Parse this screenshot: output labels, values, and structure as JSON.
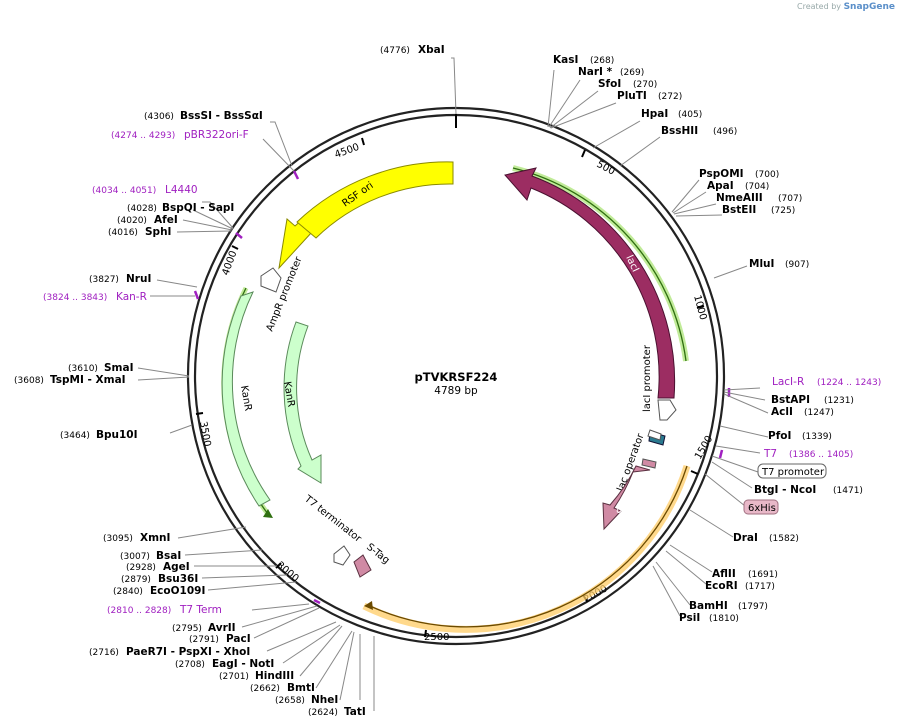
{
  "credit": {
    "prefix": "Created by",
    "brand": "SnapGene"
  },
  "plasmid": {
    "name": "pTVKRSF224",
    "length_label": "4789 bp",
    "length": 4789
  },
  "colors": {
    "ring": "#222222",
    "lacI": "#9c2d62",
    "rsf_ori": "#ffff00",
    "kanR": "#ccffcc",
    "sumo": "#d08aa4",
    "primer": "#a020c0",
    "lac_operator": "#2a7a90",
    "his_tag": "#e8b8c8"
  },
  "tick_labels": [
    "500",
    "1000",
    "1500",
    "2000",
    "2500",
    "3000",
    "3500",
    "4000",
    "4500"
  ],
  "features": {
    "rsf_ori": "RSF ori",
    "ampr_promoter": "AmpR promoter",
    "kanR_outer": "KanR",
    "kanR_inner": "KanR",
    "t7_terminator": "T7 terminator",
    "s_tag": "S-Tag",
    "lacI": "lacI",
    "lacI_promoter": "lacI promoter",
    "lac_operator": "lac operator",
    "sumo": "SUMO",
    "t7_promoter": "T7 promoter",
    "his6": "6xHis"
  },
  "enzymes": [
    {
      "name": "XbaI",
      "pos": "(4776)"
    },
    {
      "name": "BssSI  -  BssSαI",
      "pos": "(4306)"
    },
    {
      "name": "BspQI  -  SapI",
      "pos": "(4028)"
    },
    {
      "name": "AfeI",
      "pos": "(4020)"
    },
    {
      "name": "SphI",
      "pos": "(4016)"
    },
    {
      "name": "NruI",
      "pos": "(3827)"
    },
    {
      "name": "SmaI",
      "pos": "(3610)"
    },
    {
      "name": "TspMI  -  XmaI",
      "pos": "(3608)"
    },
    {
      "name": "Bpu10I",
      "pos": "(3464)"
    },
    {
      "name": "XmnI",
      "pos": "(3095)"
    },
    {
      "name": "BsaI",
      "pos": "(3007)"
    },
    {
      "name": "AgeI",
      "pos": "(2928)"
    },
    {
      "name": "Bsu36I",
      "pos": "(2879)"
    },
    {
      "name": "EcoO109I",
      "pos": "(2840)"
    },
    {
      "name": "AvrII",
      "pos": "(2795)"
    },
    {
      "name": "PacI",
      "pos": "(2791)"
    },
    {
      "name": "PaeR7I  -  PspXI  -  XhoI",
      "pos": "(2716)"
    },
    {
      "name": "EagI  -  NotI",
      "pos": "(2708)"
    },
    {
      "name": "HindIII",
      "pos": "(2701)"
    },
    {
      "name": "BmtI",
      "pos": "(2662)"
    },
    {
      "name": "NheI",
      "pos": "(2658)"
    },
    {
      "name": "TatI",
      "pos": "(2624)"
    },
    {
      "name": "KasI",
      "pos": "(268)"
    },
    {
      "name": "NarI *",
      "pos": "(269)"
    },
    {
      "name": "SfoI",
      "pos": "(270)"
    },
    {
      "name": "PluTI",
      "pos": "(272)"
    },
    {
      "name": "HpaI",
      "pos": "(405)"
    },
    {
      "name": "BssHII",
      "pos": "(496)"
    },
    {
      "name": "PspOMI",
      "pos": "(700)"
    },
    {
      "name": "ApaI",
      "pos": "(704)"
    },
    {
      "name": "NmeAIII",
      "pos": "(707)"
    },
    {
      "name": "BstEII",
      "pos": "(725)"
    },
    {
      "name": "MluI",
      "pos": "(907)"
    },
    {
      "name": "BstAPI",
      "pos": "(1231)"
    },
    {
      "name": "AclI",
      "pos": "(1247)"
    },
    {
      "name": "PfoI",
      "pos": "(1339)"
    },
    {
      "name": "BtgI  -  NcoI",
      "pos": "(1471)"
    },
    {
      "name": "DraI",
      "pos": "(1582)"
    },
    {
      "name": "AflII",
      "pos": "(1691)"
    },
    {
      "name": "EcoRI",
      "pos": "(1717)"
    },
    {
      "name": "BamHI",
      "pos": "(1797)"
    },
    {
      "name": "PsiI",
      "pos": "(1810)"
    }
  ],
  "primers": [
    {
      "name": "pBR322ori-F",
      "pos": "(4274 .. 4293)"
    },
    {
      "name": "L4440",
      "pos": "(4034 .. 4051)"
    },
    {
      "name": "Kan-R",
      "pos": "(3824 .. 3843)"
    },
    {
      "name": "T7 Term",
      "pos": "(2810 .. 2828)"
    },
    {
      "name": "LacI-R",
      "pos": "(1224 .. 1243)"
    },
    {
      "name": "T7",
      "pos": "(1386 .. 1405)"
    }
  ]
}
